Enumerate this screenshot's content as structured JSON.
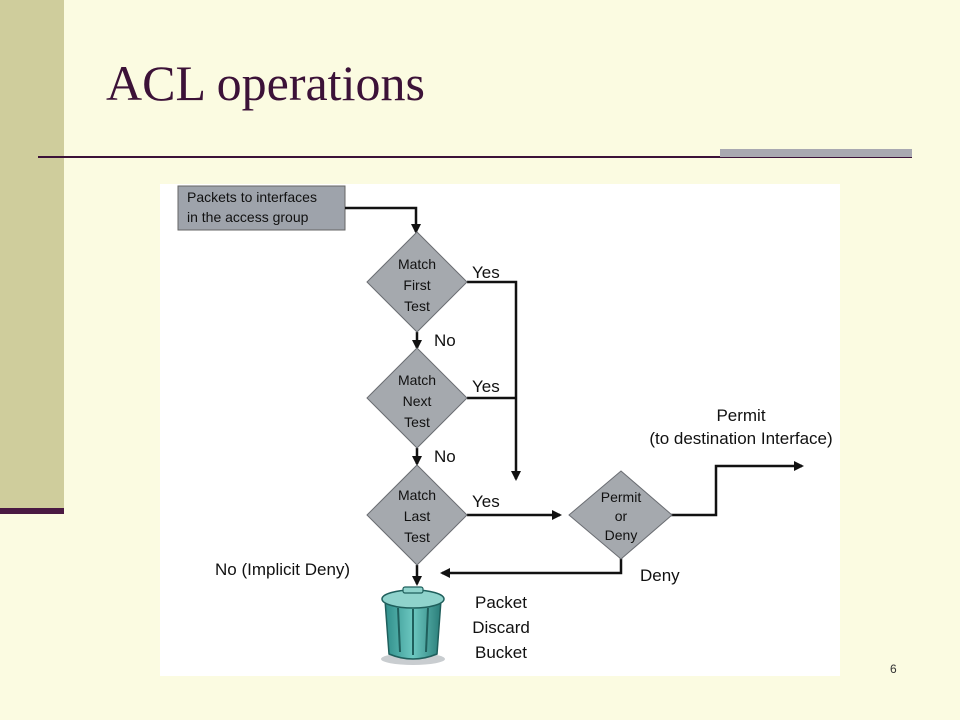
{
  "slide": {
    "title": "ACL operations",
    "page_number": "6"
  },
  "diagram": {
    "start_box": {
      "line1": "Packets to interfaces",
      "line2": "in the access group"
    },
    "decisions": [
      {
        "line1": "Match",
        "line2": "First",
        "line3": "Test"
      },
      {
        "line1": "Match",
        "line2": "Next",
        "line3": "Test"
      },
      {
        "line1": "Match",
        "line2": "Last",
        "line3": "Test"
      }
    ],
    "permit_deny_decision": {
      "line1": "Permit",
      "line2": "or",
      "line3": "Deny"
    },
    "edge_labels": {
      "yes_1": "Yes",
      "yes_2": "Yes",
      "yes_3": "Yes",
      "no_1": "No",
      "no_2": "No",
      "no_implicit_deny": "No (Implicit Deny)",
      "deny": "Deny",
      "permit_line1": "Permit",
      "permit_line2": "(to destination Interface)"
    },
    "discard": {
      "line1": "Packet",
      "line2": "Discard",
      "line3": "Bucket"
    },
    "icons": {
      "discard_bucket": "trash-can-icon"
    }
  }
}
